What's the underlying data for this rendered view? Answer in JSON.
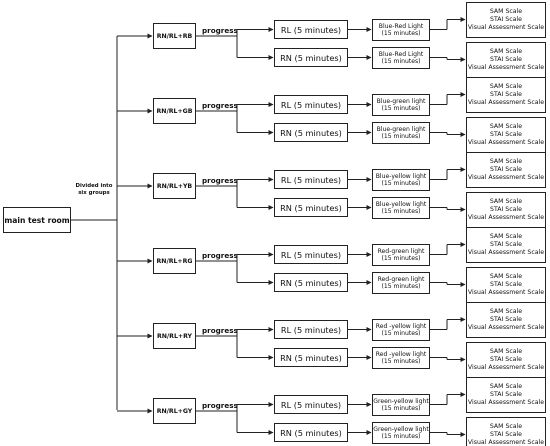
{
  "main": {
    "title": "main test room"
  },
  "divider_label": {
    "line1": "Divided into",
    "line2": "six groups"
  },
  "groups": [
    {
      "label": "RN/RL+RB",
      "progress": "progress",
      "conditions": [
        {
          "label": "RL (5 minutes)",
          "light": {
            "line1": "Blue-Red Light",
            "line2": "(15 minutes)"
          },
          "scales": [
            "SAM Scale",
            "STAI Scale",
            "Visual Assessment Scale"
          ]
        },
        {
          "label": "RN (5 minutes)",
          "light": {
            "line1": "Blue-Red Light",
            "line2": "(15 minutes)"
          },
          "scales": [
            "SAM Scale",
            "STAI Scale",
            "Visual Assessment Scale"
          ]
        }
      ]
    },
    {
      "label": "RN/RL+GB",
      "progress": "progress",
      "conditions": [
        {
          "label": "RL (5 minutes)",
          "light": {
            "line1": "Blue-green light",
            "line2": "(15 minutes)"
          },
          "scales": [
            "SAM Scale",
            "STAI Scale",
            "Visual Assessment Scale"
          ]
        },
        {
          "label": "RN (5 minutes)",
          "light": {
            "line1": "Blue-green light",
            "line2": "(15 minutes)"
          },
          "scales": [
            "SAM Scale",
            "STAI Scale",
            "Visual Assessment Scale"
          ]
        }
      ]
    },
    {
      "label": "RN/RL+YB",
      "progress": "progress",
      "conditions": [
        {
          "label": "RL (5 minutes)",
          "light": {
            "line1": "Blue-yellow light",
            "line2": "(15 minutes)"
          },
          "scales": [
            "SAM Scale",
            "STAI Scale",
            "Visual Assessment Scale"
          ]
        },
        {
          "label": "RN (5 minutes)",
          "light": {
            "line1": "Blue-yellow light",
            "line2": "(15 minutes)"
          },
          "scales": [
            "SAM Scale",
            "STAI Scale",
            "Visual Assessment Scale"
          ]
        }
      ]
    },
    {
      "label": "RN/RL+RG",
      "progress": "progress",
      "conditions": [
        {
          "label": "RL (5 minutes)",
          "light": {
            "line1": "Red-green light",
            "line2": "(15 minutes)"
          },
          "scales": [
            "SAM Scale",
            "STAI Scale",
            "Visual Assessment Scale"
          ]
        },
        {
          "label": "RN (5 minutes)",
          "light": {
            "line1": "Red-green light",
            "line2": "(15 minutes)"
          },
          "scales": [
            "SAM Scale",
            "STAI Scale",
            "Visual Assessment Scale"
          ]
        }
      ]
    },
    {
      "label": "RN/RL+RY",
      "progress": "progress",
      "conditions": [
        {
          "label": "RL (5 minutes)",
          "light": {
            "line1": "Red -yellow light",
            "line2": "(15 minutes)"
          },
          "scales": [
            "SAM Scale",
            "STAI Scale",
            "Visual Assessment Scale"
          ]
        },
        {
          "label": "RN (5 minutes)",
          "light": {
            "line1": "Red -yellow light",
            "line2": "(15 minutes)"
          },
          "scales": [
            "SAM Scale",
            "STAI Scale",
            "Visual Assessment Scale"
          ]
        }
      ]
    },
    {
      "label": "RN/RL+GY",
      "progress": "progress",
      "conditions": [
        {
          "label": "RL (5 minutes)",
          "light": {
            "line1": "Green-yellow light",
            "line2": "(15 minutes)"
          },
          "scales": [
            "SAM Scale",
            "STAI Scale",
            "Visual Assessment Scale"
          ]
        },
        {
          "label": "RN (5 minutes)",
          "light": {
            "line1": "Green-yellow light",
            "line2": "(15 minutes)"
          },
          "scales": [
            "SAM Scale",
            "STAI Scale",
            "Visual Assessment Scale"
          ]
        }
      ]
    }
  ]
}
